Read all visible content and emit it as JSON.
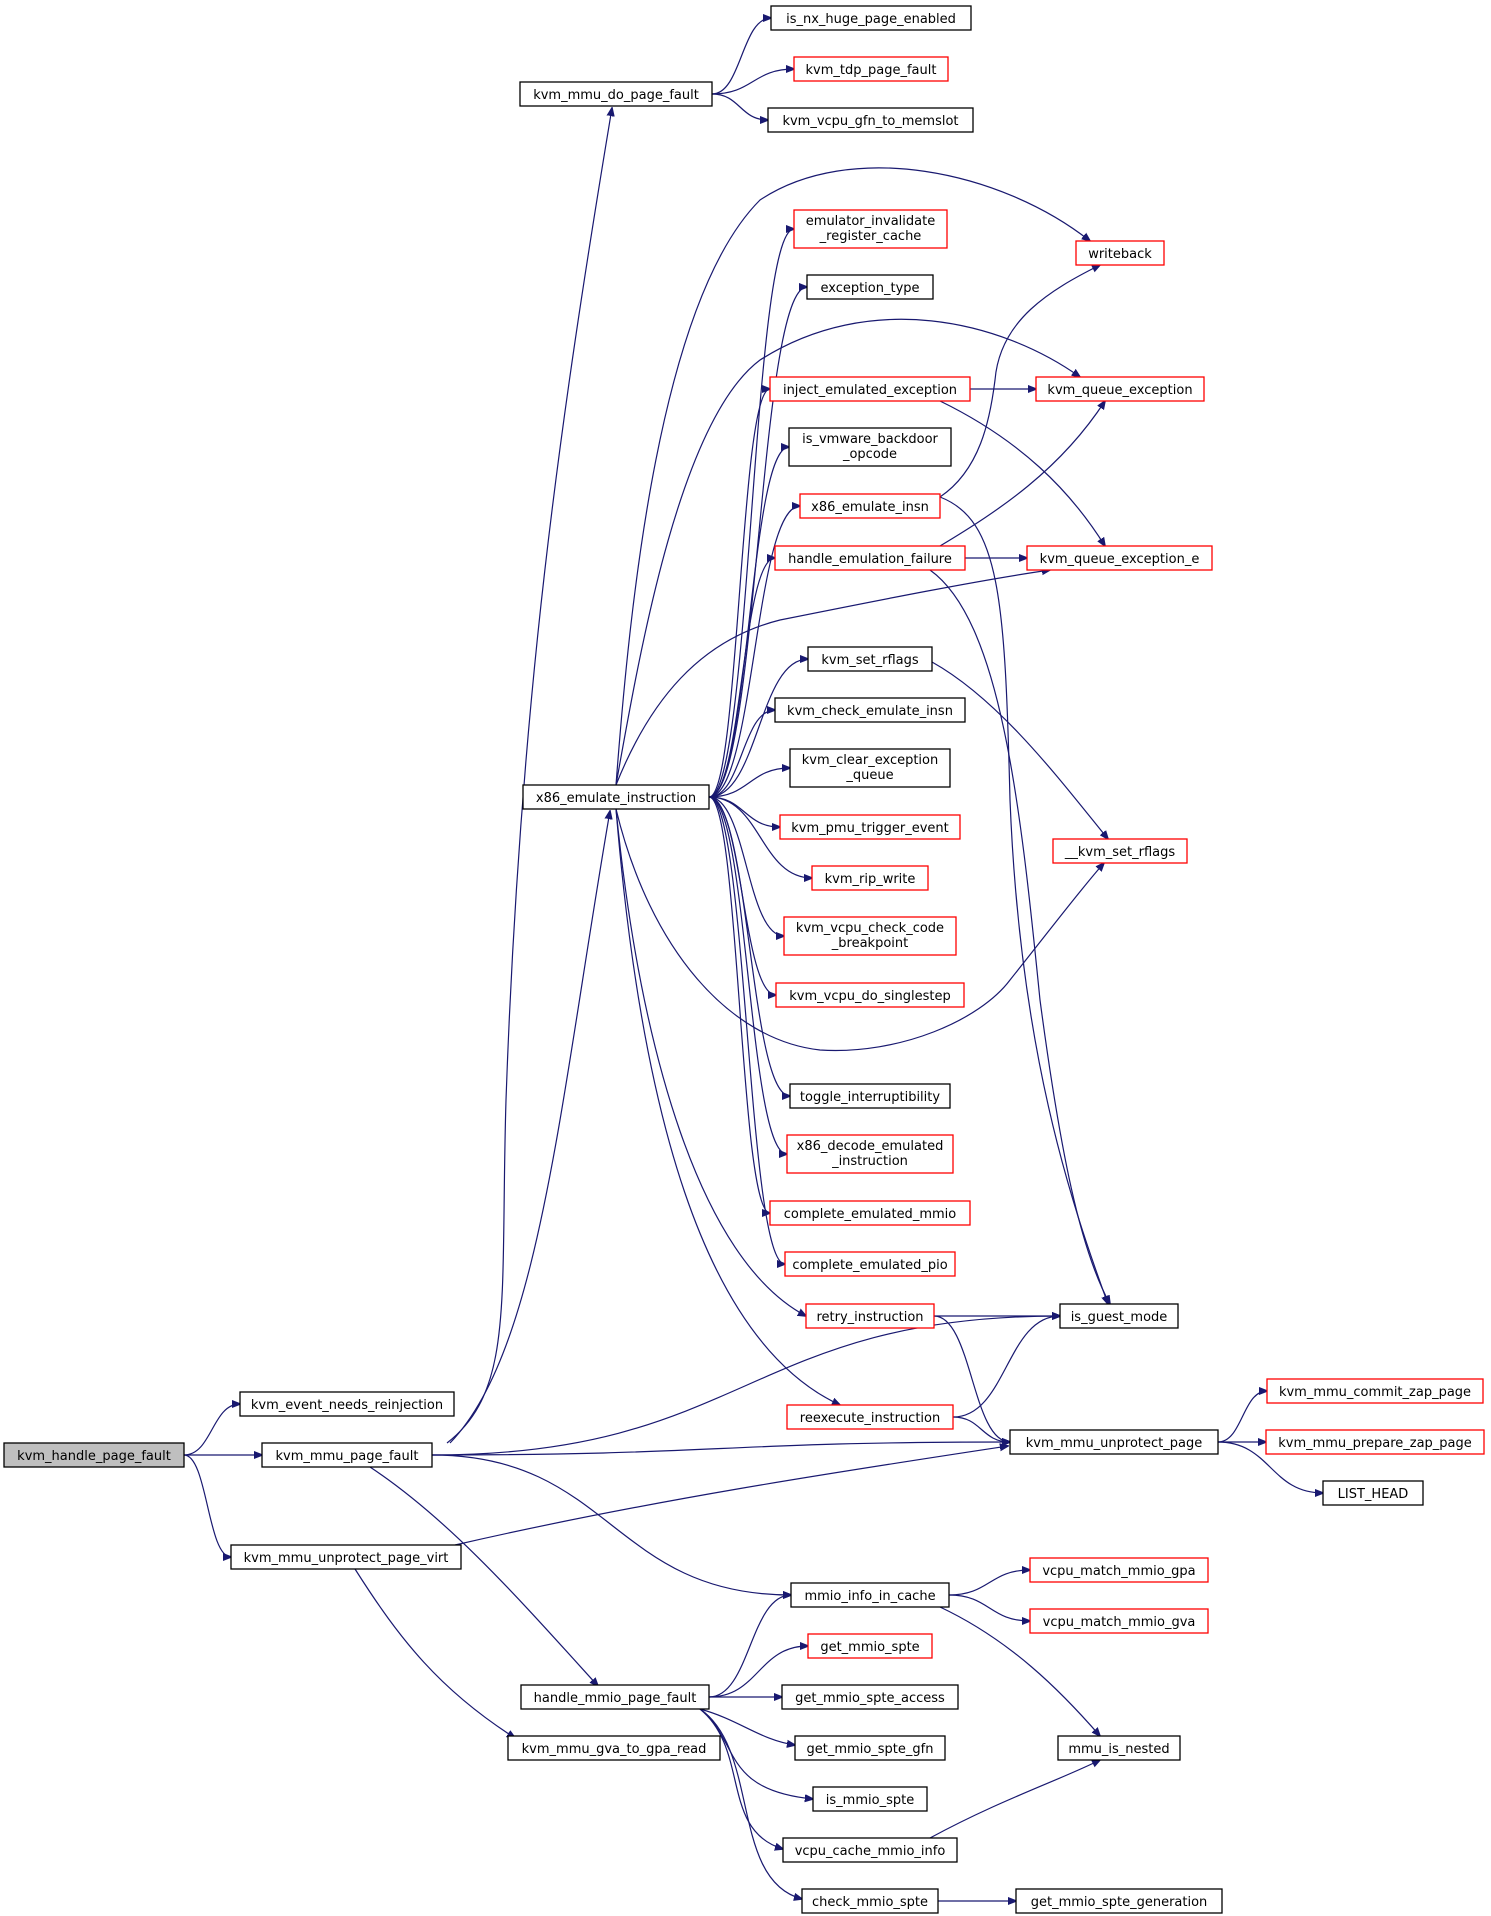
{
  "diagram": {
    "colors": {
      "edge": "#191970",
      "node_root_fill": "#bfbfbf",
      "node_fill": "#ffffff",
      "node_border_default": "#000000",
      "node_border_truncated": "#ff0000"
    },
    "nodes": [
      {
        "id": "kvm_handle_page_fault",
        "label": "kvm_handle_page_fault",
        "style": "root"
      },
      {
        "id": "kvm_event_needs_reinjection",
        "label": "kvm_event_needs_reinjection",
        "style": "normal"
      },
      {
        "id": "kvm_mmu_page_fault",
        "label": "kvm_mmu_page_fault",
        "style": "normal"
      },
      {
        "id": "kvm_mmu_unprotect_page_virt",
        "label": "kvm_mmu_unprotect_page_virt",
        "style": "normal"
      },
      {
        "id": "kvm_mmu_do_page_fault",
        "label": "kvm_mmu_do_page_fault",
        "style": "normal"
      },
      {
        "id": "is_nx_huge_page_enabled",
        "label": "is_nx_huge_page_enabled",
        "style": "normal"
      },
      {
        "id": "kvm_tdp_page_fault",
        "label": "kvm_tdp_page_fault",
        "style": "truncated"
      },
      {
        "id": "kvm_vcpu_gfn_to_memslot",
        "label": "kvm_vcpu_gfn_to_memslot",
        "style": "normal"
      },
      {
        "id": "x86_emulate_instruction",
        "label": "x86_emulate_instruction",
        "style": "normal"
      },
      {
        "id": "emulator_invalidate_register_cache",
        "lines": [
          "emulator_invalidate",
          "_register_cache"
        ],
        "style": "truncated"
      },
      {
        "id": "writeback",
        "label": "writeback",
        "style": "truncated"
      },
      {
        "id": "exception_type",
        "label": "exception_type",
        "style": "normal"
      },
      {
        "id": "inject_emulated_exception",
        "label": "inject_emulated_exception",
        "style": "truncated"
      },
      {
        "id": "kvm_queue_exception",
        "label": "kvm_queue_exception",
        "style": "truncated"
      },
      {
        "id": "is_vmware_backdoor_opcode",
        "lines": [
          "is_vmware_backdoor",
          "_opcode"
        ],
        "style": "normal"
      },
      {
        "id": "x86_emulate_insn",
        "label": "x86_emulate_insn",
        "style": "truncated"
      },
      {
        "id": "handle_emulation_failure",
        "label": "handle_emulation_failure",
        "style": "truncated"
      },
      {
        "id": "kvm_queue_exception_e",
        "label": "kvm_queue_exception_e",
        "style": "truncated"
      },
      {
        "id": "kvm_set_rflags",
        "label": "kvm_set_rflags",
        "style": "normal"
      },
      {
        "id": "kvm_check_emulate_insn",
        "label": "kvm_check_emulate_insn",
        "style": "normal"
      },
      {
        "id": "kvm_clear_exception_queue",
        "lines": [
          "kvm_clear_exception",
          "_queue"
        ],
        "style": "normal"
      },
      {
        "id": "kvm_pmu_trigger_event",
        "label": "kvm_pmu_trigger_event",
        "style": "truncated"
      },
      {
        "id": "__kvm_set_rflags",
        "label": "__kvm_set_rflags",
        "style": "truncated"
      },
      {
        "id": "kvm_rip_write",
        "label": "kvm_rip_write",
        "style": "truncated"
      },
      {
        "id": "kvm_vcpu_check_code_breakpoint",
        "lines": [
          "kvm_vcpu_check_code",
          "_breakpoint"
        ],
        "style": "truncated"
      },
      {
        "id": "kvm_vcpu_do_singlestep",
        "label": "kvm_vcpu_do_singlestep",
        "style": "truncated"
      },
      {
        "id": "toggle_interruptibility",
        "label": "toggle_interruptibility",
        "style": "normal"
      },
      {
        "id": "x86_decode_emulated_instruction",
        "lines": [
          "x86_decode_emulated",
          "_instruction"
        ],
        "style": "truncated"
      },
      {
        "id": "complete_emulated_mmio",
        "label": "complete_emulated_mmio",
        "style": "truncated"
      },
      {
        "id": "complete_emulated_pio",
        "label": "complete_emulated_pio",
        "style": "truncated"
      },
      {
        "id": "retry_instruction",
        "label": "retry_instruction",
        "style": "truncated"
      },
      {
        "id": "is_guest_mode",
        "label": "is_guest_mode",
        "style": "normal"
      },
      {
        "id": "reexecute_instruction",
        "label": "reexecute_instruction",
        "style": "truncated"
      },
      {
        "id": "kvm_mmu_unprotect_page",
        "label": "kvm_mmu_unprotect_page",
        "style": "normal"
      },
      {
        "id": "kvm_mmu_commit_zap_page",
        "label": "kvm_mmu_commit_zap_page",
        "style": "truncated"
      },
      {
        "id": "kvm_mmu_prepare_zap_page",
        "label": "kvm_mmu_prepare_zap_page",
        "style": "truncated"
      },
      {
        "id": "LIST_HEAD",
        "label": "LIST_HEAD",
        "style": "normal"
      },
      {
        "id": "mmio_info_in_cache",
        "label": "mmio_info_in_cache",
        "style": "normal"
      },
      {
        "id": "vcpu_match_mmio_gpa",
        "label": "vcpu_match_mmio_gpa",
        "style": "truncated"
      },
      {
        "id": "vcpu_match_mmio_gva",
        "label": "vcpu_match_mmio_gva",
        "style": "truncated"
      },
      {
        "id": "handle_mmio_page_fault",
        "label": "handle_mmio_page_fault",
        "style": "normal"
      },
      {
        "id": "get_mmio_spte",
        "label": "get_mmio_spte",
        "style": "truncated"
      },
      {
        "id": "get_mmio_spte_access",
        "label": "get_mmio_spte_access",
        "style": "normal"
      },
      {
        "id": "get_mmio_spte_gfn",
        "label": "get_mmio_spte_gfn",
        "style": "normal"
      },
      {
        "id": "kvm_mmu_gva_to_gpa_read",
        "label": "kvm_mmu_gva_to_gpa_read",
        "style": "normal"
      },
      {
        "id": "mmu_is_nested",
        "label": "mmu_is_nested",
        "style": "normal"
      },
      {
        "id": "is_mmio_spte",
        "label": "is_mmio_spte",
        "style": "normal"
      },
      {
        "id": "vcpu_cache_mmio_info",
        "label": "vcpu_cache_mmio_info",
        "style": "normal"
      },
      {
        "id": "check_mmio_spte",
        "label": "check_mmio_spte",
        "style": "normal"
      },
      {
        "id": "get_mmio_spte_generation",
        "label": "get_mmio_spte_generation",
        "style": "normal"
      }
    ],
    "edges": [
      [
        "kvm_handle_page_fault",
        "kvm_event_needs_reinjection"
      ],
      [
        "kvm_handle_page_fault",
        "kvm_mmu_page_fault"
      ],
      [
        "kvm_handle_page_fault",
        "kvm_mmu_unprotect_page_virt"
      ],
      [
        "kvm_mmu_page_fault",
        "kvm_mmu_do_page_fault"
      ],
      [
        "kvm_mmu_page_fault",
        "x86_emulate_instruction"
      ],
      [
        "kvm_mmu_page_fault",
        "is_guest_mode"
      ],
      [
        "kvm_mmu_page_fault",
        "kvm_mmu_unprotect_page"
      ],
      [
        "kvm_mmu_page_fault",
        "mmio_info_in_cache"
      ],
      [
        "kvm_mmu_page_fault",
        "handle_mmio_page_fault"
      ],
      [
        "kvm_mmu_unprotect_page_virt",
        "kvm_mmu_unprotect_page"
      ],
      [
        "kvm_mmu_unprotect_page_virt",
        "kvm_mmu_gva_to_gpa_read"
      ],
      [
        "kvm_mmu_do_page_fault",
        "is_nx_huge_page_enabled"
      ],
      [
        "kvm_mmu_do_page_fault",
        "kvm_tdp_page_fault"
      ],
      [
        "kvm_mmu_do_page_fault",
        "kvm_vcpu_gfn_to_memslot"
      ],
      [
        "x86_emulate_instruction",
        "emulator_invalidate_register_cache"
      ],
      [
        "x86_emulate_instruction",
        "writeback"
      ],
      [
        "x86_emulate_instruction",
        "exception_type"
      ],
      [
        "x86_emulate_instruction",
        "kvm_queue_exception"
      ],
      [
        "x86_emulate_instruction",
        "inject_emulated_exception"
      ],
      [
        "x86_emulate_instruction",
        "is_vmware_backdoor_opcode"
      ],
      [
        "x86_emulate_instruction",
        "x86_emulate_insn"
      ],
      [
        "x86_emulate_instruction",
        "handle_emulation_failure"
      ],
      [
        "x86_emulate_instruction",
        "kvm_queue_exception_e"
      ],
      [
        "x86_emulate_instruction",
        "kvm_set_rflags"
      ],
      [
        "x86_emulate_instruction",
        "kvm_check_emulate_insn"
      ],
      [
        "x86_emulate_instruction",
        "kvm_clear_exception_queue"
      ],
      [
        "x86_emulate_instruction",
        "kvm_pmu_trigger_event"
      ],
      [
        "x86_emulate_instruction",
        "kvm_rip_write"
      ],
      [
        "x86_emulate_instruction",
        "kvm_vcpu_check_code_breakpoint"
      ],
      [
        "x86_emulate_instruction",
        "kvm_vcpu_do_singlestep"
      ],
      [
        "x86_emulate_instruction",
        "__kvm_set_rflags"
      ],
      [
        "x86_emulate_instruction",
        "toggle_interruptibility"
      ],
      [
        "x86_emulate_instruction",
        "x86_decode_emulated_instruction"
      ],
      [
        "x86_emulate_instruction",
        "complete_emulated_mmio"
      ],
      [
        "x86_emulate_instruction",
        "complete_emulated_pio"
      ],
      [
        "x86_emulate_instruction",
        "retry_instruction"
      ],
      [
        "x86_emulate_instruction",
        "reexecute_instruction"
      ],
      [
        "inject_emulated_exception",
        "kvm_queue_exception"
      ],
      [
        "inject_emulated_exception",
        "kvm_queue_exception_e"
      ],
      [
        "x86_emulate_insn",
        "writeback"
      ],
      [
        "x86_emulate_insn",
        "is_guest_mode"
      ],
      [
        "handle_emulation_failure",
        "kvm_queue_exception"
      ],
      [
        "handle_emulation_failure",
        "kvm_queue_exception_e"
      ],
      [
        "handle_emulation_failure",
        "is_guest_mode"
      ],
      [
        "kvm_set_rflags",
        "__kvm_set_rflags"
      ],
      [
        "retry_instruction",
        "is_guest_mode"
      ],
      [
        "retry_instruction",
        "kvm_mmu_unprotect_page"
      ],
      [
        "reexecute_instruction",
        "is_guest_mode"
      ],
      [
        "reexecute_instruction",
        "kvm_mmu_unprotect_page"
      ],
      [
        "kvm_mmu_unprotect_page",
        "kvm_mmu_commit_zap_page"
      ],
      [
        "kvm_mmu_unprotect_page",
        "kvm_mmu_prepare_zap_page"
      ],
      [
        "kvm_mmu_unprotect_page",
        "LIST_HEAD"
      ],
      [
        "mmio_info_in_cache",
        "vcpu_match_mmio_gpa"
      ],
      [
        "mmio_info_in_cache",
        "vcpu_match_mmio_gva"
      ],
      [
        "mmio_info_in_cache",
        "mmu_is_nested"
      ],
      [
        "handle_mmio_page_fault",
        "mmio_info_in_cache"
      ],
      [
        "handle_mmio_page_fault",
        "get_mmio_spte"
      ],
      [
        "handle_mmio_page_fault",
        "get_mmio_spte_access"
      ],
      [
        "handle_mmio_page_fault",
        "get_mmio_spte_gfn"
      ],
      [
        "handle_mmio_page_fault",
        "is_mmio_spte"
      ],
      [
        "handle_mmio_page_fault",
        "vcpu_cache_mmio_info"
      ],
      [
        "handle_mmio_page_fault",
        "check_mmio_spte"
      ],
      [
        "vcpu_cache_mmio_info",
        "mmu_is_nested"
      ],
      [
        "check_mmio_spte",
        "get_mmio_spte_generation"
      ]
    ]
  }
}
